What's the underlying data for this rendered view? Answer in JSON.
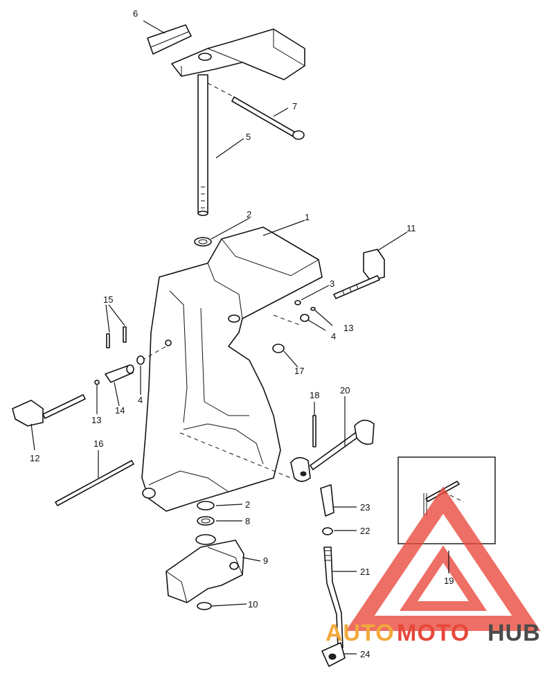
{
  "diagram": {
    "callouts": [
      "1",
      "2",
      "3",
      "4",
      "5",
      "6",
      "7",
      "8",
      "9",
      "10",
      "11",
      "12",
      "13",
      "14",
      "15",
      "16",
      "17",
      "18",
      "19",
      "20",
      "21",
      "22",
      "23",
      "24"
    ],
    "callout_2b": "2",
    "callout_4b": "4",
    "callout_13b": "13"
  },
  "watermark": {
    "text_part1": "AUTO",
    "text_part2": "MOTO",
    "text_part3": "HUB",
    "color_red": "#e8473a",
    "color_orange": "#f2a93b",
    "color_gray": "#4a4a4a"
  }
}
